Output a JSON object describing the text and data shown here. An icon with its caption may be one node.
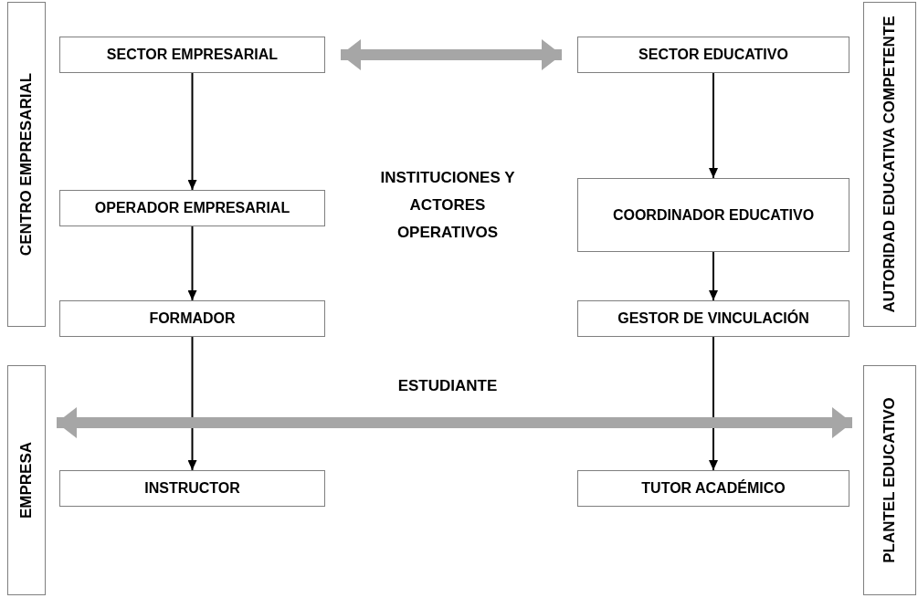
{
  "diagram": {
    "nodes": [
      {
        "text": [
          "CENTRO EMPRESARIAL"
        ]
      },
      {
        "text": [
          "SECTOR EMPRESARIAL"
        ]
      },
      {
        "text": [
          "SECTOR EDUCATIVO"
        ]
      },
      {
        "text": [
          "AUTORIDAD EDUCATIVA COMPETENTE"
        ]
      },
      {
        "text": [
          "OPERADOR EMPRESARIAL"
        ]
      },
      {
        "text": [
          "COORDINADOR EDUCATIVO"
        ]
      },
      {
        "text": [
          "FORMADOR"
        ]
      },
      {
        "text": [
          "GESTOR DE VINCULACIÓN"
        ]
      },
      {
        "text": [
          "EMPRESA"
        ]
      },
      {
        "text": [
          "PLANTEL EDUCATIVO"
        ]
      },
      {
        "text": [
          "INSTRUCTOR"
        ]
      },
      {
        "text": [
          "TUTOR ACADÉMICO"
        ]
      }
    ],
    "edges": [
      {
        "from": 1,
        "to": 2,
        "arrow": "both",
        "style": "thick",
        "color": "#a6a6a6"
      },
      {
        "from": 1,
        "to": 4,
        "arrow": "to"
      },
      {
        "from": 4,
        "to": 6,
        "arrow": "to"
      },
      {
        "from": 6,
        "to": 10,
        "arrow": "to"
      },
      {
        "from": 2,
        "to": 5,
        "arrow": "to"
      },
      {
        "from": 5,
        "to": 7,
        "arrow": "to"
      },
      {
        "from": 7,
        "to": 11,
        "arrow": "to"
      },
      {
        "from": 8,
        "to": 9,
        "arrow": "both",
        "style": "thick",
        "color": "#a6a6a6",
        "label": "ESTUDIANTE"
      }
    ],
    "labels": [
      "INSTITUCIONES Y ACTORES OPERATIVOS"
    ]
  }
}
